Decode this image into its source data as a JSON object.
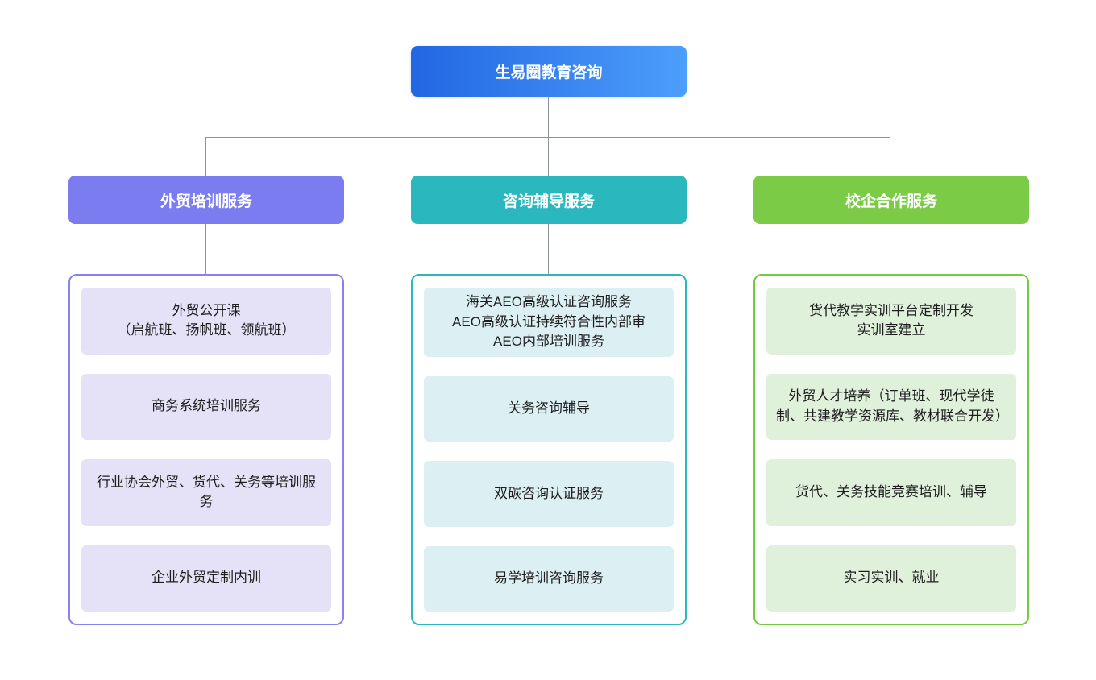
{
  "root": {
    "label": "生易圈教育咨询"
  },
  "colors": {
    "root_gradient_start": "#2267E2",
    "root_gradient_end": "#4C9EFB",
    "branch_purple": "#7B7CEF",
    "branch_teal": "#2AB8BE",
    "branch_green": "#7BCB46",
    "item_bg_purple": "#E5E2F7",
    "item_bg_teal": "#DCF0F4",
    "item_bg_green": "#DFF0DB",
    "connector_gray": "#8C939B"
  },
  "branches": [
    {
      "header": "外贸培训服务",
      "items": [
        "外贸公开课\n（启航班、扬帆班、领航班）",
        "商务系统培训服务",
        "行业协会外贸、货代、关务等培训服务",
        "企业外贸定制内训"
      ]
    },
    {
      "header": "咨询辅导服务",
      "items": [
        "海关AEO高级认证咨询服务\nAEO高级认证持续符合性内部审\nAEO内部培训服务",
        "关务咨询辅导",
        "双碳咨询认证服务",
        "易学培训咨询服务"
      ]
    },
    {
      "header": "校企合作服务",
      "items": [
        "货代教学实训平台定制开发\n实训室建立",
        "外贸人才培养（订单班、现代学徒制、共建教学资源库、教材联合开发）",
        "货代、关务技能竞赛培训、辅导",
        "实习实训、就业"
      ]
    }
  ]
}
